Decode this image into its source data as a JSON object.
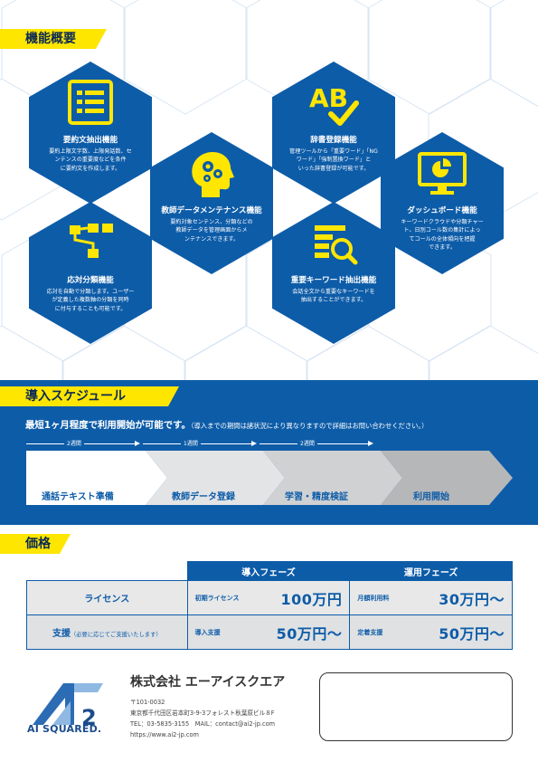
{
  "features": {
    "section_title": "機能概要",
    "items": [
      {
        "title": "要約文抽出機能",
        "desc": [
          "要約上限文字数、上限発話数、セ",
          "ンテンスの重要度などを条件",
          "に要約文を作成します。"
        ],
        "icon": "list-document-icon"
      },
      {
        "title": "教師データメンテナンス機能",
        "desc": [
          "要約対象センテンス、分類などの",
          "教師データを管理画面からメ",
          "ンテナンスできます。"
        ],
        "icon": "head-gears-icon"
      },
      {
        "title": "辞書登録機能",
        "desc": [
          "管理ツールから「重要ワード」「NG",
          "ワード」「強制置換ワード」と",
          "いった辞書登録が可能です。"
        ],
        "icon": "ab-check-icon"
      },
      {
        "title": "ダッシュボード機能",
        "desc": [
          "キーワードクラウドや分類チャー",
          "ト、日別コール数の集計によっ",
          "てコールの全体傾向を把握",
          "できます。"
        ],
        "icon": "monitor-chart-icon"
      },
      {
        "title": "応対分類機能",
        "desc": [
          "応対を自動で分類します。ユーザー",
          "が定義した複数軸の分類を同時",
          "に付与することも可能です。"
        ],
        "icon": "flow-blocks-icon"
      },
      {
        "title": "重要キーワード抽出機能",
        "desc": [
          "会話全文から重要なキーワードを",
          "抽出することができます。"
        ],
        "icon": "document-search-icon"
      }
    ]
  },
  "schedule": {
    "section_title": "導入スケジュール",
    "headline": "最短1ヶ月程度で利用開始が可能です。",
    "note": "（導入までの期間は諸状況により異なりますので詳細はお問い合わせください。）",
    "durations": [
      "2週間",
      "1週間",
      "2週間"
    ],
    "steps": [
      "通話テキスト準備",
      "教師データ登録",
      "学習・精度検証",
      "利用開始"
    ]
  },
  "price": {
    "section_title": "価格",
    "phases": [
      "導入フェーズ",
      "運用フェーズ"
    ],
    "rows": [
      {
        "label": "ライセンス",
        "label_sub": "",
        "intro_caption": "初期ライセンス",
        "intro_amount": "100万円",
        "ops_caption": "月額利用料",
        "ops_amount": "30万円〜"
      },
      {
        "label": "支援",
        "label_sub": "（必要に応じてご支援いたします）",
        "intro_caption": "導入支援",
        "intro_amount": "50万円〜",
        "ops_caption": "定着支援",
        "ops_amount": "50万円〜"
      }
    ]
  },
  "footer": {
    "logo_text": "AI SQUARED.",
    "company": "株式会社 エーアイスクエア",
    "postal": "〒101-0032",
    "address": "東京都千代田区岩本町3-9-3フォレスト秋葉原ビル８F",
    "contact": "TEL：03-5835-3155　MAIL：contact@ai2-jp.com",
    "url": "https://www.ai2-jp.com"
  },
  "colors": {
    "navy": "#0d5ca8",
    "yellow": "#ffe600",
    "gray": "#e8e8e8"
  }
}
